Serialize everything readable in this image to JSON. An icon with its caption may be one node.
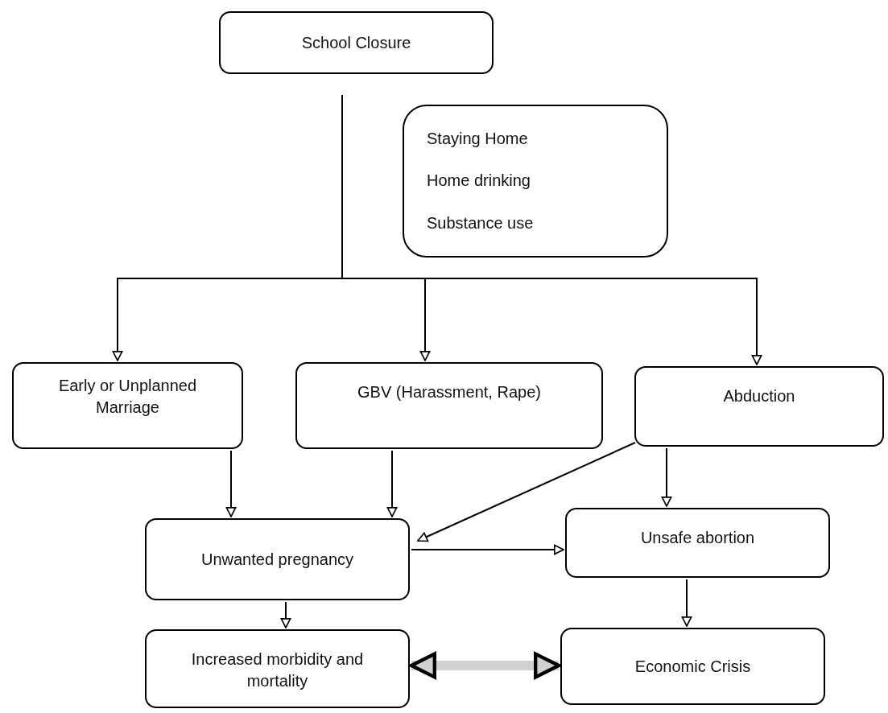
{
  "diagram": {
    "nodes": [
      {
        "text": [
          "School Closure"
        ]
      },
      {
        "text": [
          "Staying Home",
          "Home drinking",
          "Substance use"
        ]
      },
      {
        "text": [
          "Early or Unplanned Marriage"
        ]
      },
      {
        "text": [
          "GBV (Harassment, Rape)"
        ]
      },
      {
        "text": [
          "Abduction"
        ]
      },
      {
        "text": [
          "Unwanted pregnancy"
        ]
      },
      {
        "text": [
          "Unsafe abortion"
        ]
      },
      {
        "text": [
          "Increased morbidity and mortality"
        ]
      },
      {
        "text": [
          "Economic Crisis"
        ]
      }
    ],
    "edges": [
      {
        "from": 0,
        "to": 2,
        "arrow": "to"
      },
      {
        "from": 0,
        "to": 3,
        "arrow": "to"
      },
      {
        "from": 0,
        "to": 4,
        "arrow": "to"
      },
      {
        "from": 2,
        "to": 5,
        "arrow": "to"
      },
      {
        "from": 3,
        "to": 5,
        "arrow": "to"
      },
      {
        "from": 4,
        "to": 5,
        "arrow": "to"
      },
      {
        "from": 4,
        "to": 6,
        "arrow": "to"
      },
      {
        "from": 5,
        "to": 6,
        "arrow": "to"
      },
      {
        "from": 5,
        "to": 7,
        "arrow": "to"
      },
      {
        "from": 6,
        "to": 8,
        "arrow": "to"
      },
      {
        "from": 7,
        "to": 8,
        "arrow": "both",
        "style": "thick",
        "color": "#d0d0d0"
      }
    ]
  }
}
